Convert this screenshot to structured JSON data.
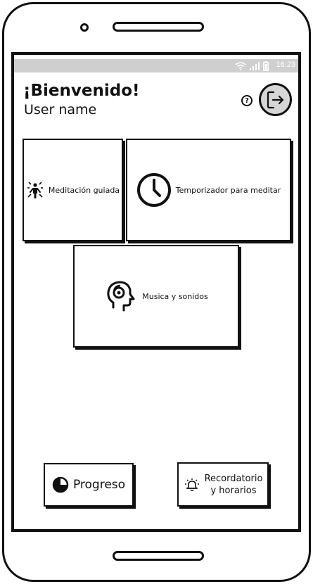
{
  "status_bar": {
    "time": "16:23",
    "icons": [
      "wifi-icon",
      "signal-icon",
      "battery-icon"
    ]
  },
  "header": {
    "greeting": "¡Bienvenido!",
    "user_name": "User name",
    "help_symbol": "?",
    "help_icon": "help-icon",
    "logout_icon": "logout-icon"
  },
  "cards": [
    {
      "label": "Meditación guiada",
      "icon": "meditation-icon"
    },
    {
      "label": "Temporizador para meditar",
      "icon": "clock-icon"
    },
    {
      "label": "Musica y sonidos",
      "icon": "head-headphones-icon"
    }
  ],
  "bottom_buttons": {
    "progress": {
      "label": "Progreso",
      "icon": "pie-progress-icon"
    },
    "reminders": {
      "label_line1": "Recordatorio",
      "label_line2": "y horarios",
      "icon": "bell-icon"
    }
  }
}
